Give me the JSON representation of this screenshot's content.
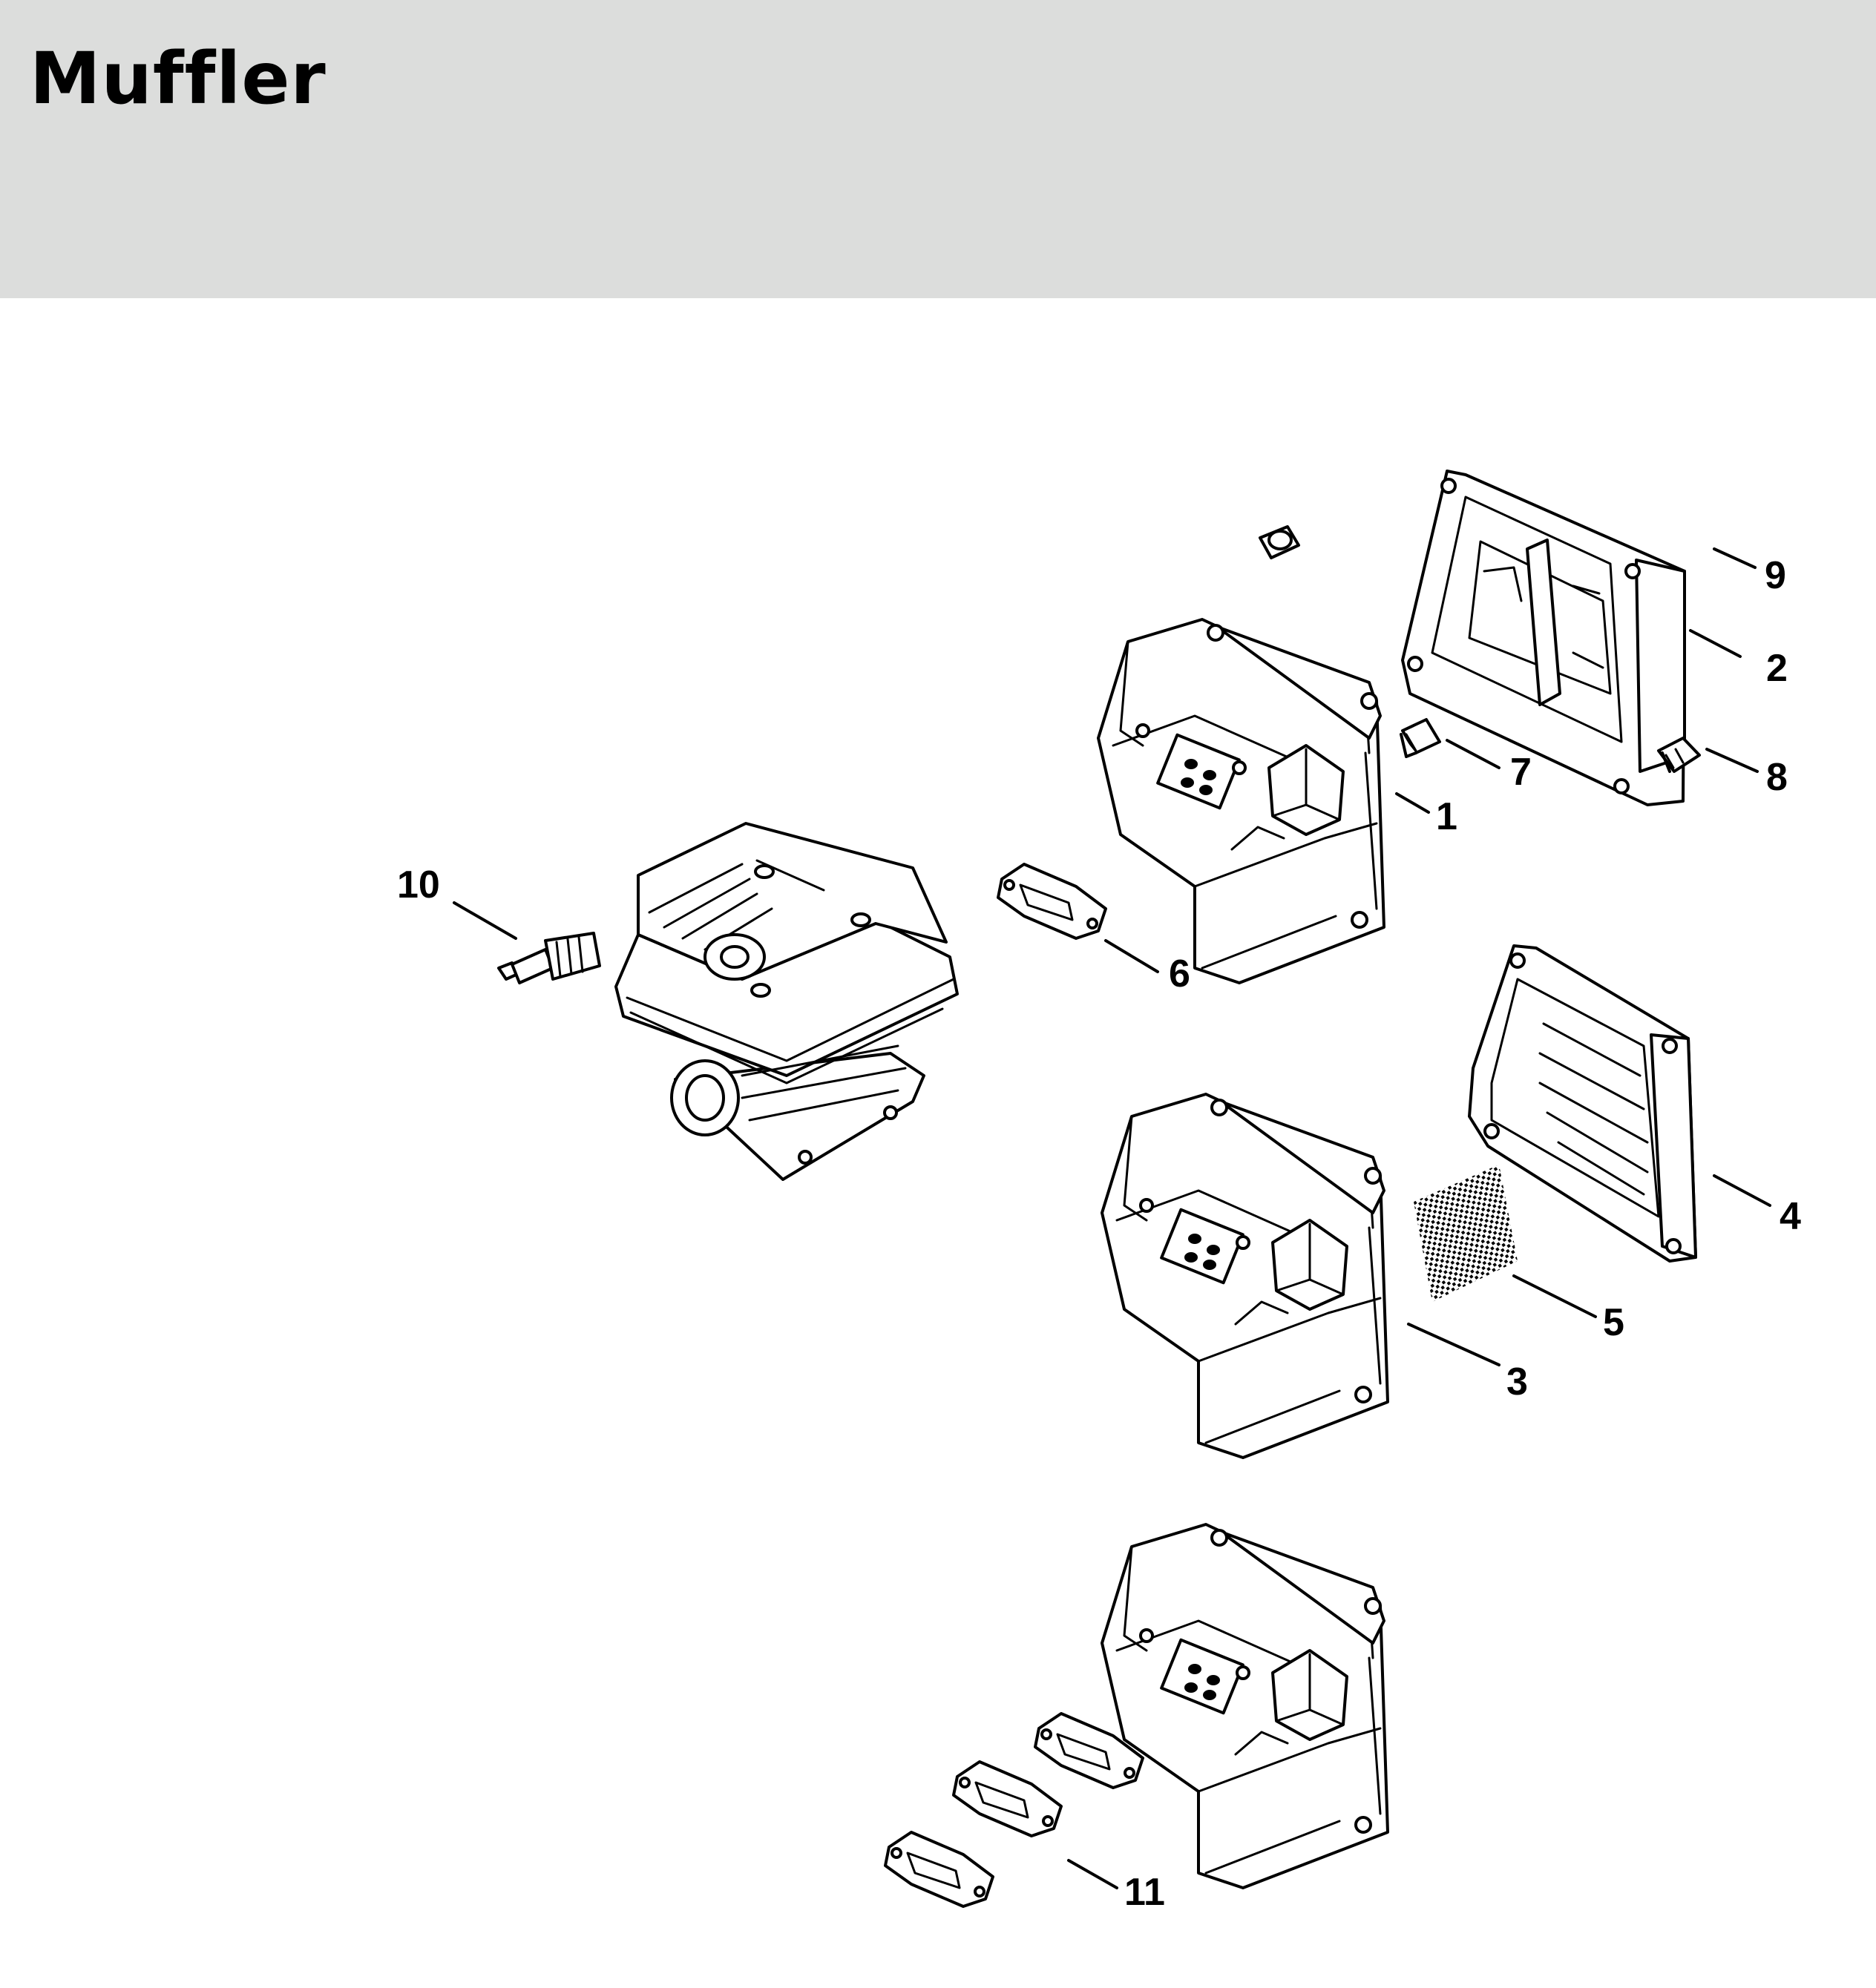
{
  "header": {
    "title": "Muffler",
    "band_color": "#dcdddc"
  },
  "callouts": [
    "1",
    "2",
    "3",
    "4",
    "5",
    "6",
    "7",
    "8",
    "9",
    "10",
    "11"
  ]
}
